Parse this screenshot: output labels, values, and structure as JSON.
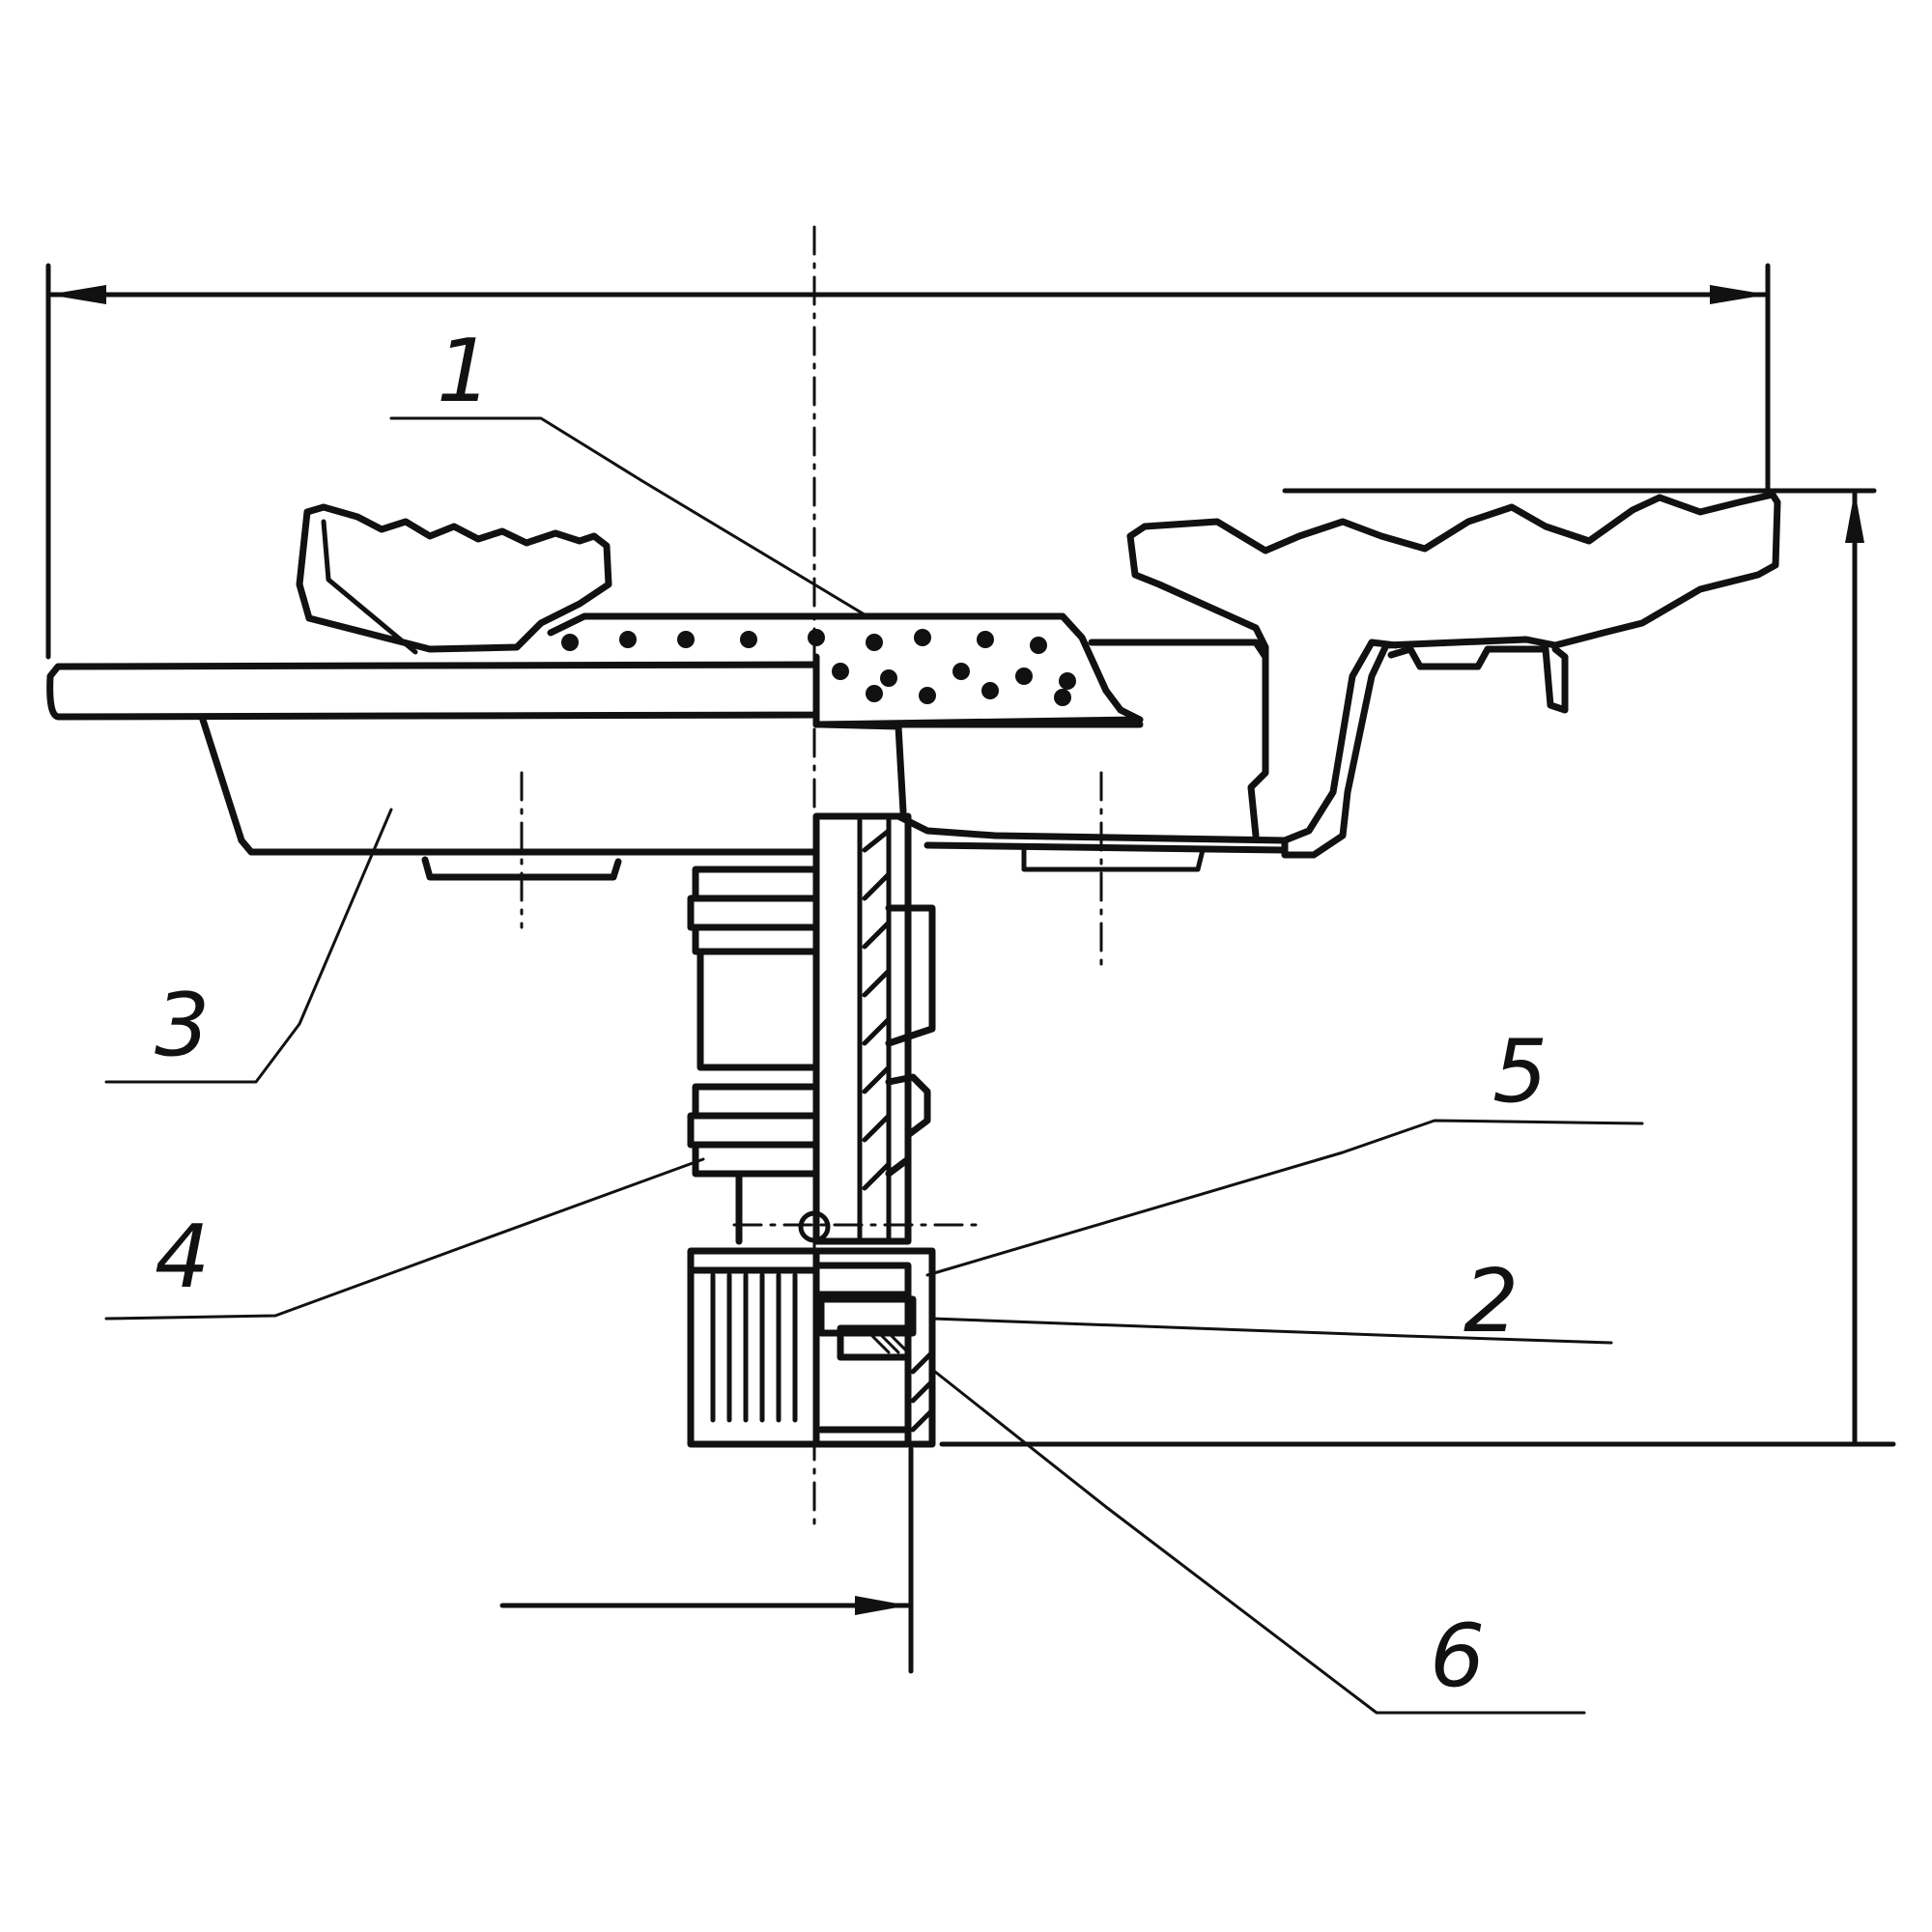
{
  "diagram": {
    "labels": [
      {
        "id": "callout-1",
        "text": "1"
      },
      {
        "id": "callout-2",
        "text": "2"
      },
      {
        "id": "callout-3",
        "text": "3"
      },
      {
        "id": "callout-4",
        "text": "4"
      },
      {
        "id": "callout-5",
        "text": "5"
      },
      {
        "id": "callout-6",
        "text": "6"
      }
    ],
    "colors": {
      "ink": "#111111",
      "paper": "#ffffff"
    }
  }
}
